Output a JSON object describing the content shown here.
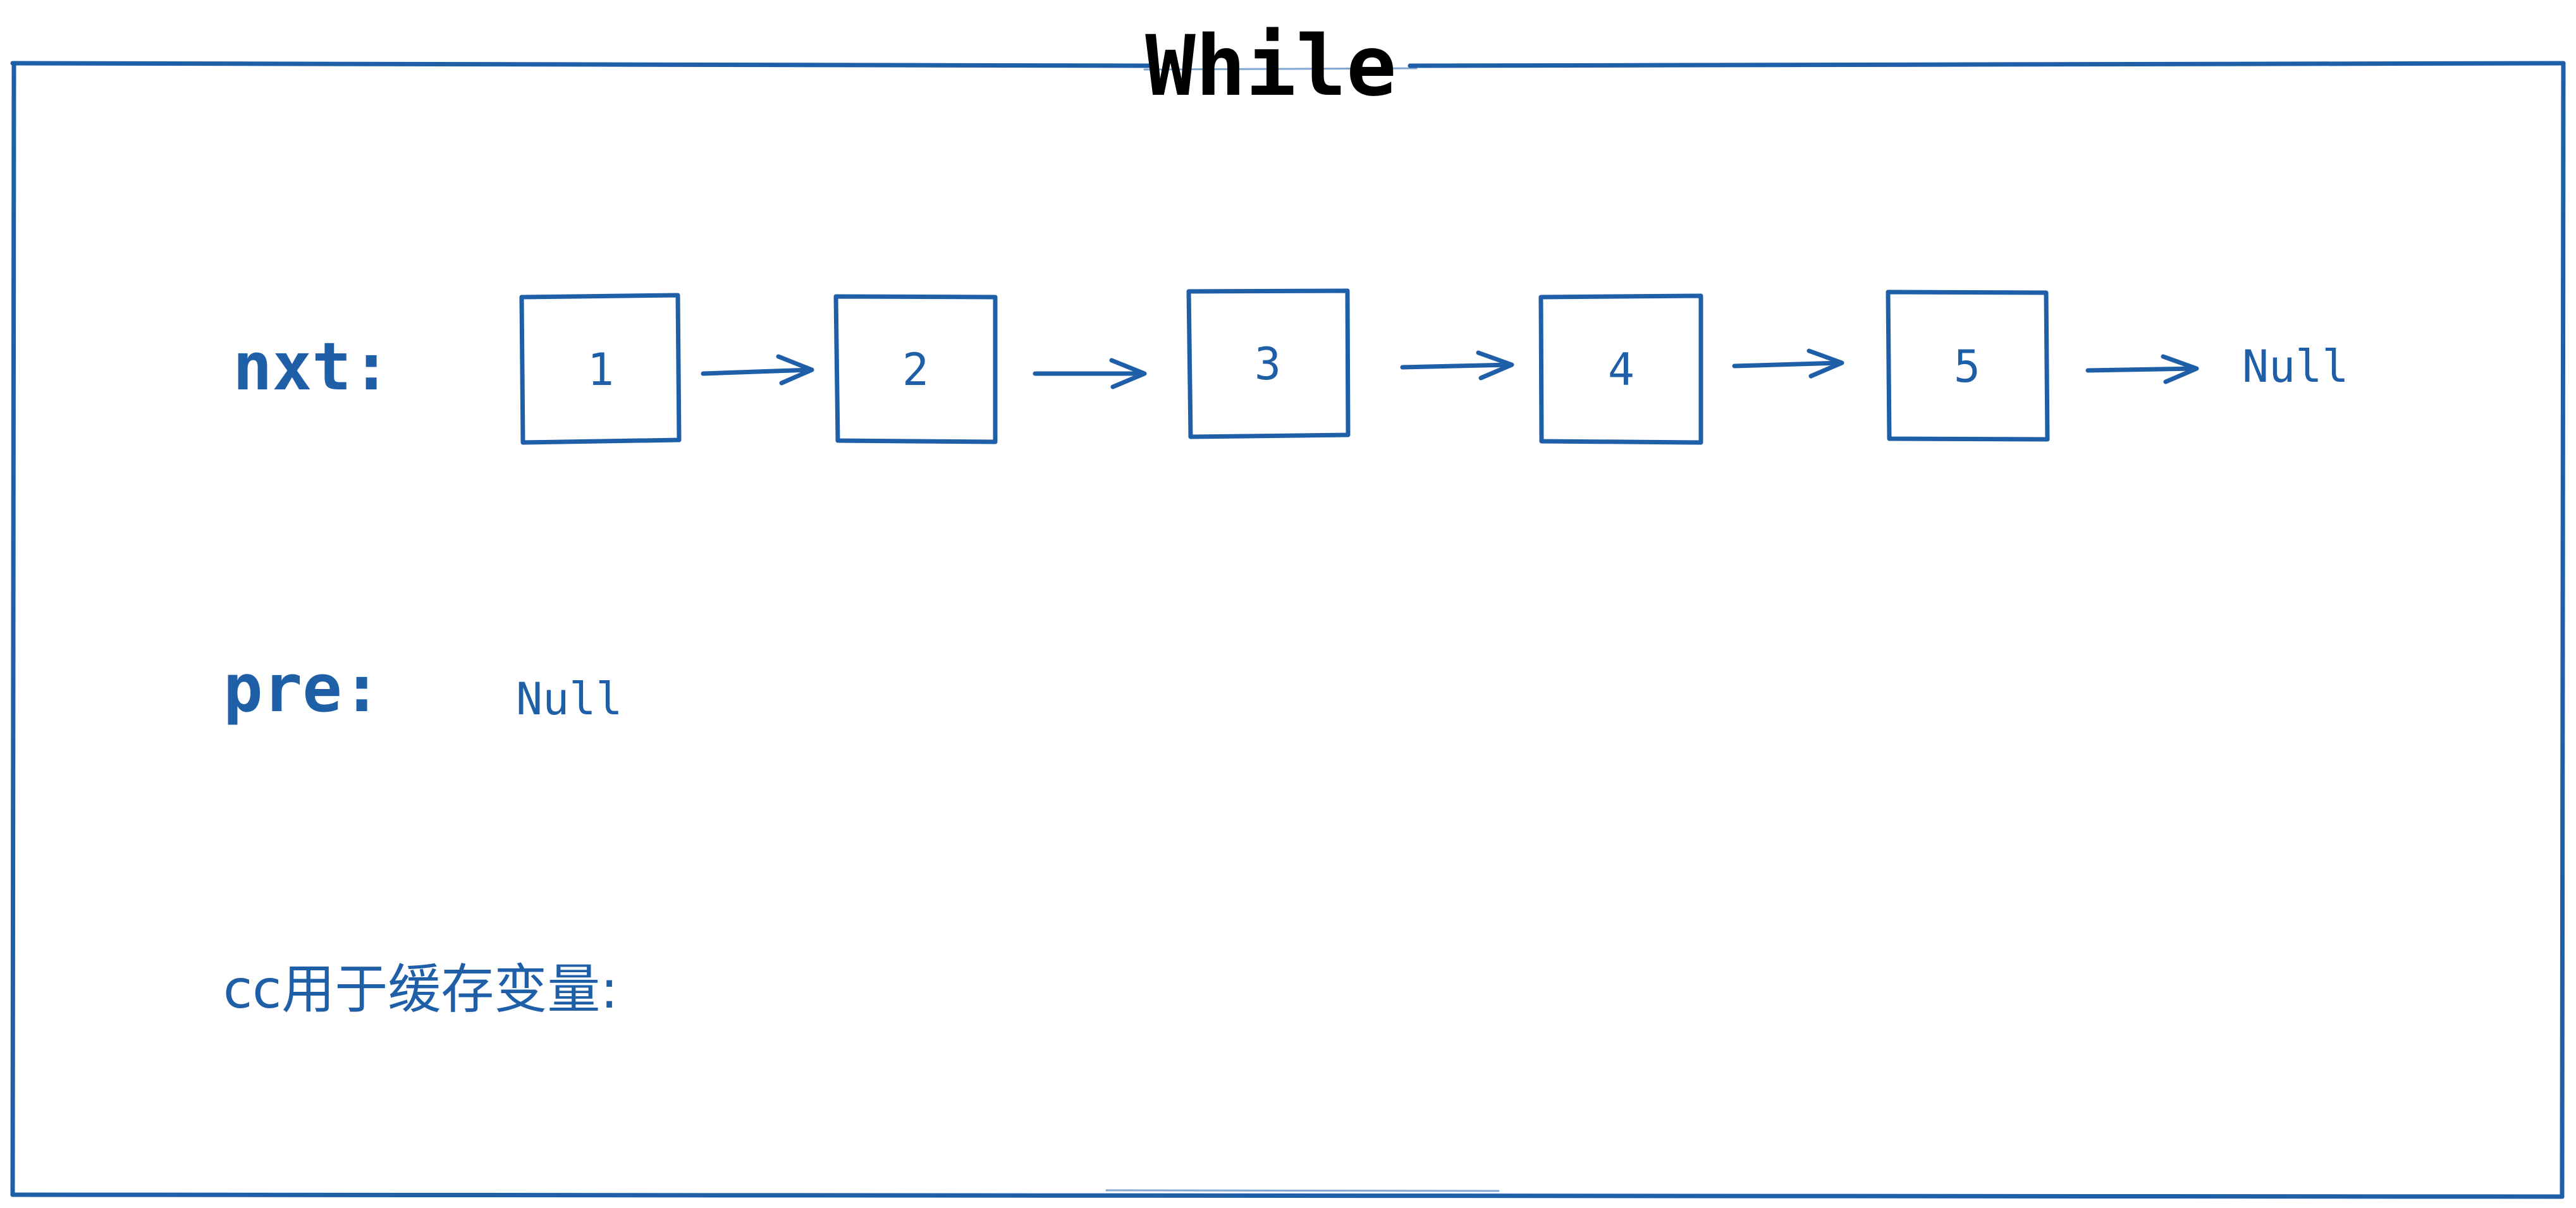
{
  "title": "While",
  "rows": {
    "nxt": {
      "label": "nxt:",
      "nodes": [
        "1",
        "2",
        "3",
        "4",
        "5"
      ],
      "terminal": "Null"
    },
    "pre": {
      "label": "pre:",
      "value": "Null"
    },
    "cache": {
      "label": "cc用于缓存变量:"
    }
  },
  "colors": {
    "ink": "#1f5fa8",
    "title": "#000000",
    "background": "#ffffff"
  }
}
